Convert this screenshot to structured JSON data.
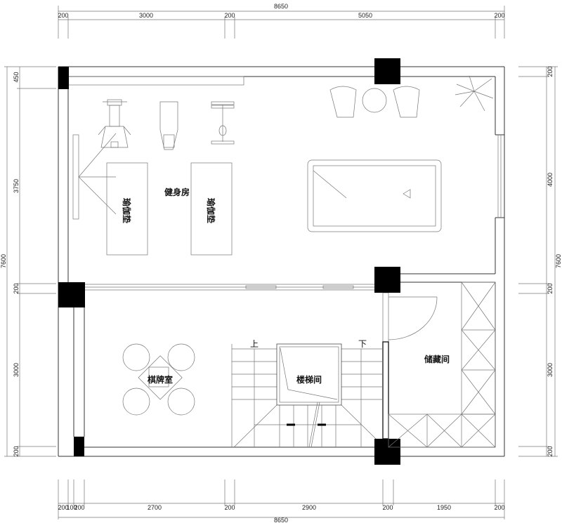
{
  "dimensions": {
    "top_total": "8650",
    "top_segments": [
      "200",
      "3000",
      "200",
      "5050",
      "200"
    ],
    "bottom_total": "8650",
    "bottom_segments": [
      "200",
      "100",
      "200",
      "2700",
      "200",
      "2900",
      "200",
      "1950",
      "200"
    ],
    "left_total": "7600",
    "left_segments": [
      "450",
      "3750",
      "200",
      "3000",
      "200"
    ],
    "right_total": "7600",
    "right_segments": [
      "200",
      "4000",
      "200",
      "3000",
      "200"
    ]
  },
  "rooms": {
    "gym": "健身房",
    "yoga_mat_1": "瑜伽垫",
    "yoga_mat_2": "瑜伽垫",
    "chess_room": "棋牌室",
    "stairwell": "楼梯间",
    "storage": "储藏间",
    "stair_up": "上",
    "stair_down": "下"
  }
}
